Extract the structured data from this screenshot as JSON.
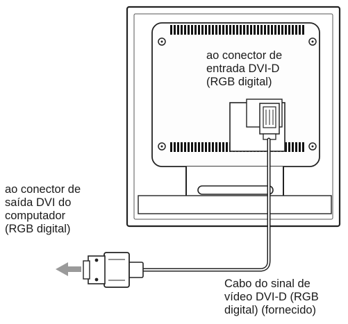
{
  "labels": {
    "monitor_input": [
      "ao conector de",
      "entrada DVI-D",
      "(RGB digital)"
    ],
    "computer_output": [
      "ao conector de",
      "saída DVI do",
      "computador",
      "(RGB digital)"
    ],
    "cable": [
      "Cabo do sinal de",
      "vídeo DVI-D (RGB",
      "digital) (fornecido)"
    ]
  }
}
